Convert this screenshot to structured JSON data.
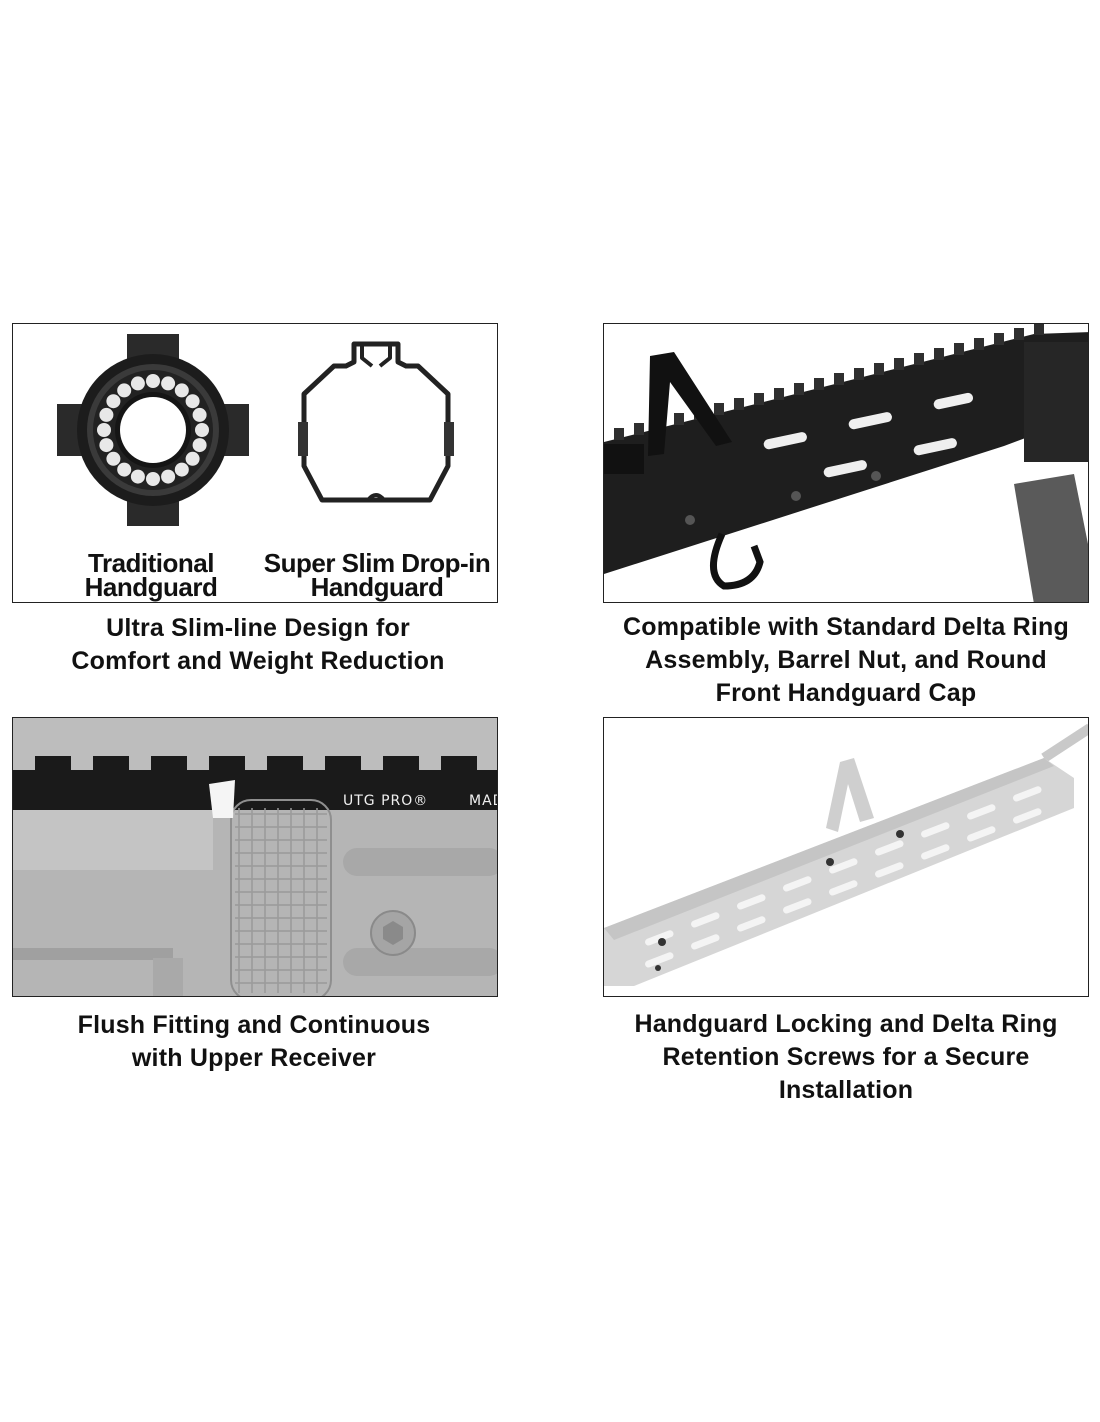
{
  "panels": [
    {
      "inset_labels": {
        "traditional": [
          "Traditional",
          "Handguard"
        ],
        "super_slim": [
          "Super Slim Drop-in",
          "Handguard"
        ]
      },
      "caption": [
        "Ultra Slim-line Design for",
        "Comfort and Weight Reduction"
      ]
    },
    {
      "caption": [
        "Compatible with Standard Delta Ring",
        "Assembly, Barrel Nut, and Round",
        "Front Handguard Cap"
      ]
    },
    {
      "brand_marks": [
        "UTG PRO®",
        "MAD"
      ],
      "caption": [
        "Flush Fitting and Continuous",
        "with Upper Receiver"
      ]
    },
    {
      "caption": [
        "Handguard Locking and Delta Ring",
        "Retention Screws for a Secure",
        "Installation"
      ]
    }
  ],
  "colors": {
    "frame": "#222222",
    "dark_metal": "#1a1a1a",
    "gray_receiver": "#b9b9b9",
    "light_handguard": "#d4d4d4"
  }
}
